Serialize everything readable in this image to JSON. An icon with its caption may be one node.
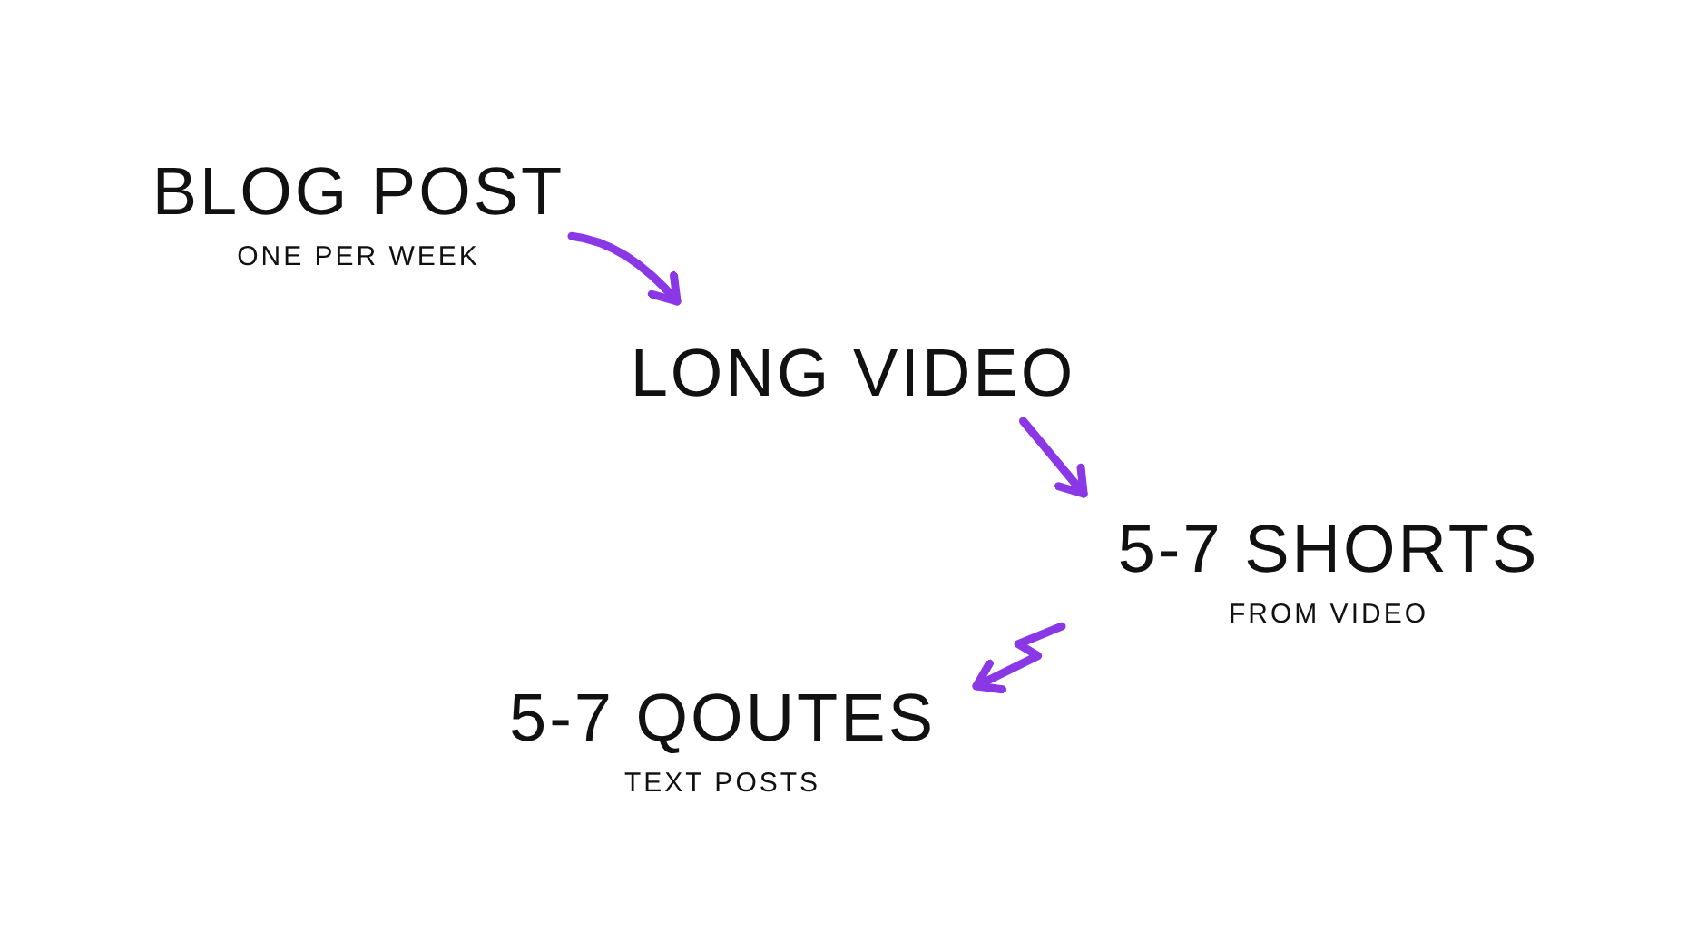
{
  "diagram": {
    "nodes": [
      {
        "text": [
          "BLOG POST",
          "ONE PER WEEK"
        ]
      },
      {
        "text": [
          "LONG VIDEO"
        ]
      },
      {
        "text": [
          "5-7 SHORTS",
          "FROM VIDEO"
        ]
      },
      {
        "text": [
          "5-7 QOUTES",
          "TEXT POSTS"
        ]
      }
    ],
    "edges": [
      {
        "from": 0,
        "to": 1,
        "arrow": "to"
      },
      {
        "from": 1,
        "to": 2,
        "arrow": "to"
      },
      {
        "from": 2,
        "to": 3,
        "arrow": "to"
      }
    ]
  }
}
